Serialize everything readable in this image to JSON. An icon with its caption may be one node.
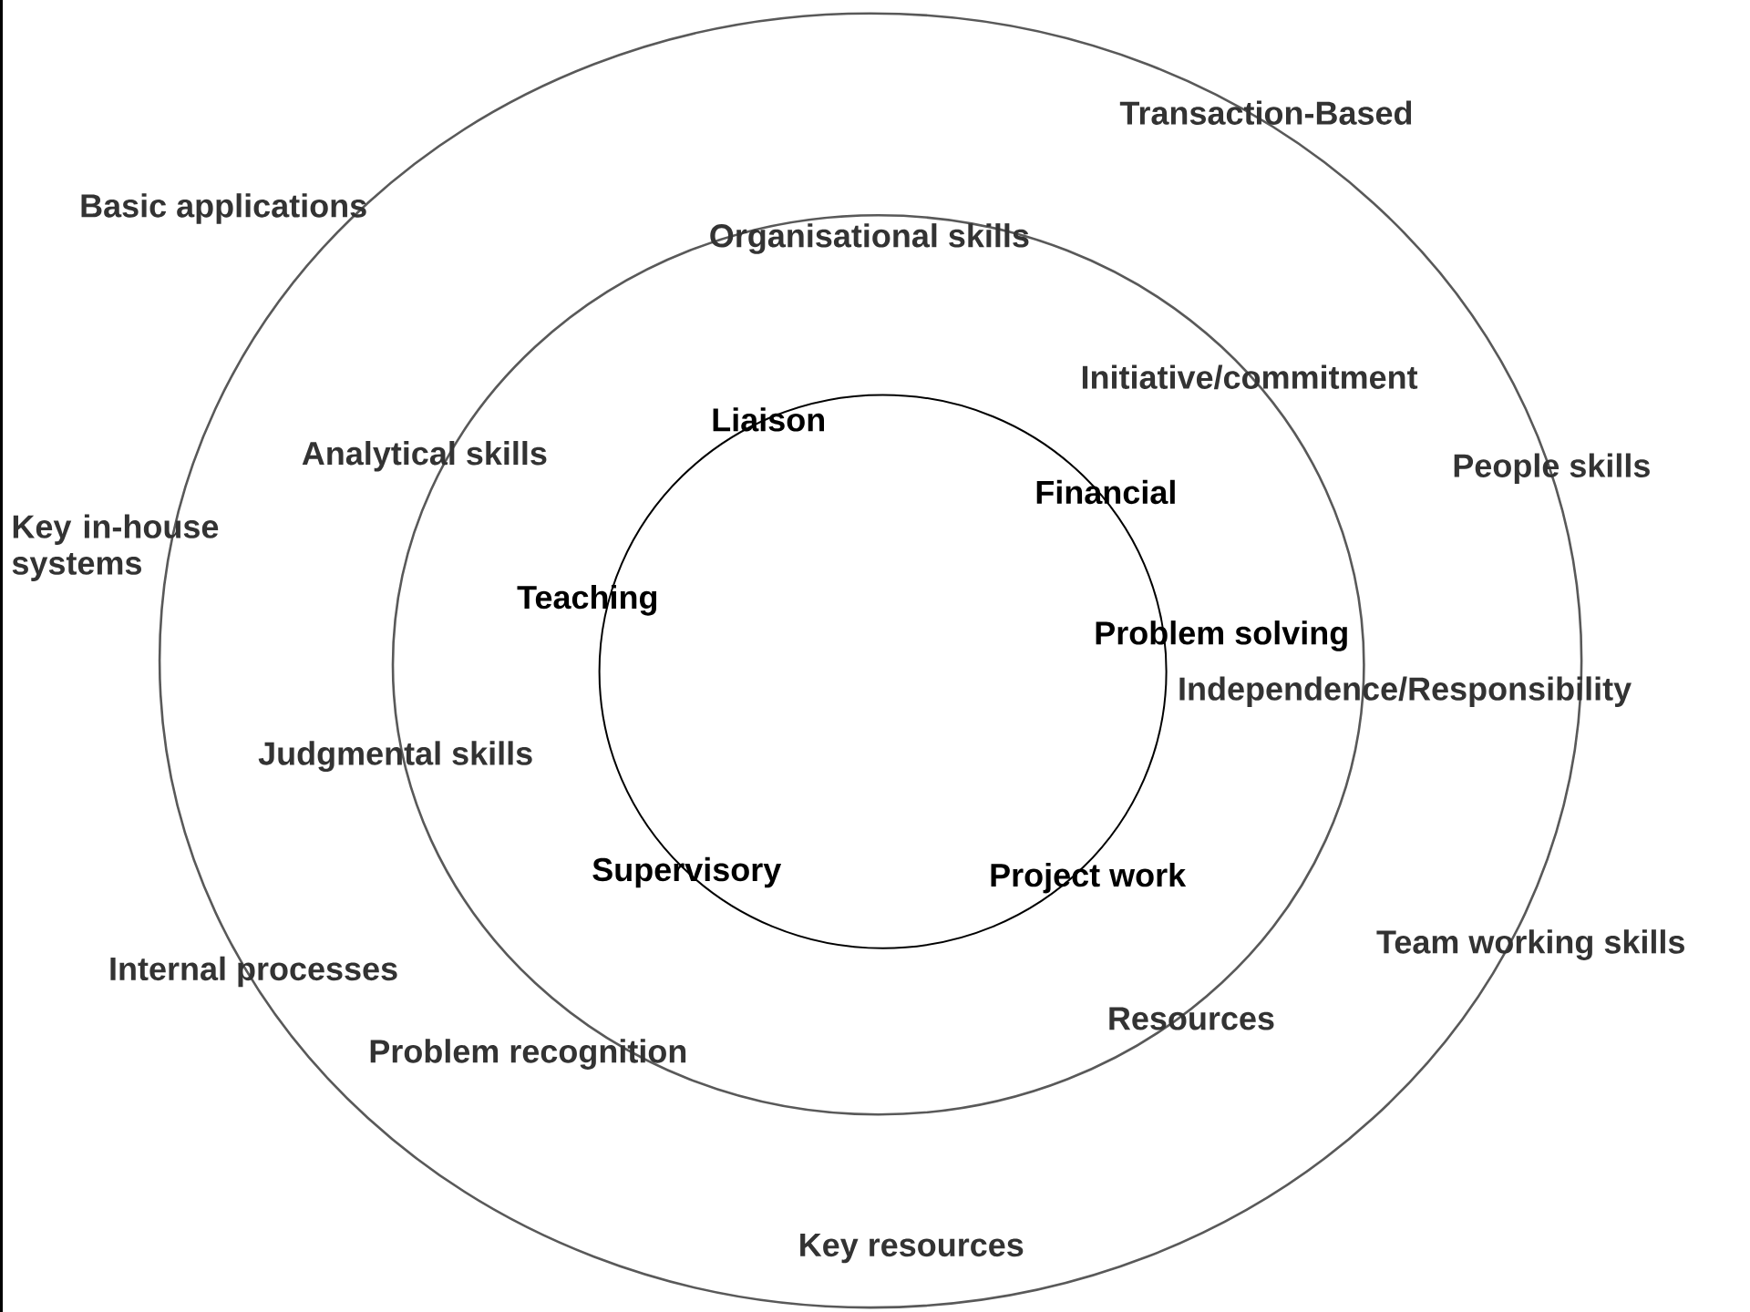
{
  "diagram": {
    "labels": [
      "Transaction-Based",
      "Basic applications",
      "Organisational skills",
      "Initiative/commitment",
      "Liaison",
      "Analytical skills",
      "People skills",
      "Financial",
      "Key in-house systems",
      "Teaching",
      "Problem solving",
      "Independence/Responsibility",
      "Judgmental skills",
      "Supervisory",
      "Project work",
      "Team working skills",
      "Internal processes",
      "Resources",
      "Problem recognition",
      "Key resources"
    ]
  }
}
